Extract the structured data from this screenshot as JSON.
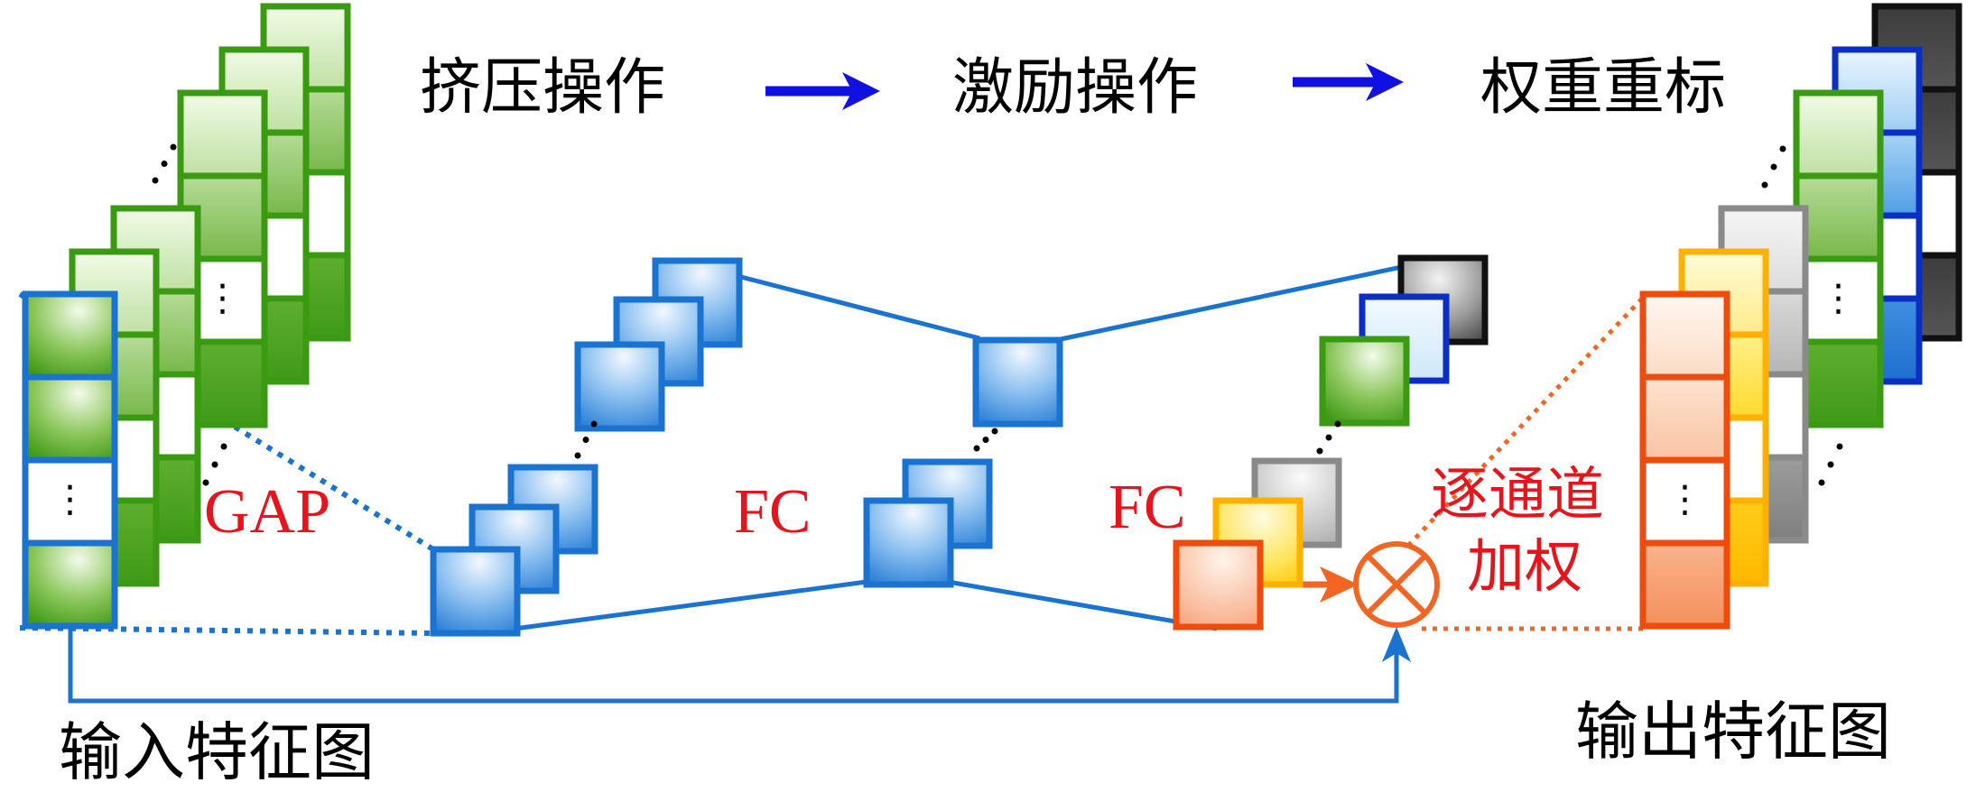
{
  "diagram": {
    "type": "SE-block (squeeze-and-excitation) pipeline",
    "stages": [
      {
        "id": "squeeze",
        "label": "挤压操作"
      },
      {
        "id": "excitation",
        "label": "激励操作"
      },
      {
        "id": "reweight",
        "label": "权重重标"
      }
    ],
    "ops": {
      "gap": "GAP",
      "fc1": "FC",
      "fc2": "FC",
      "scale": "逐通道加权",
      "scale_line1": "逐通道",
      "scale_line2": "加权"
    },
    "input_label": "输入特征图",
    "output_label": "输出特征图",
    "ellipsis": "⋮",
    "colors": {
      "stage_arrow": "#1010e0",
      "connector_blue": "#1a73d1",
      "connector_orange": "#f26522",
      "op_label_red": "#e8141b",
      "green_border": "#3a9a12",
      "blue_border": "#1a73d1",
      "dark_blue_border": "#0b2fc2",
      "black_border": "#111111",
      "gray_border": "#8a8a8a",
      "yellow_border": "#ffb000",
      "orange_border": "#f04a0c"
    },
    "input_channels": [
      "green",
      "green",
      "green",
      "green",
      "green",
      "green"
    ],
    "fc_squeeze_nodes": 6,
    "bottleneck_nodes": 3,
    "channel_weights": [
      "black",
      "dark-blue",
      "green",
      "gray",
      "yellow",
      "orange"
    ],
    "output_channels": [
      "black",
      "dark-blue",
      "green",
      "gray",
      "yellow",
      "orange"
    ]
  }
}
